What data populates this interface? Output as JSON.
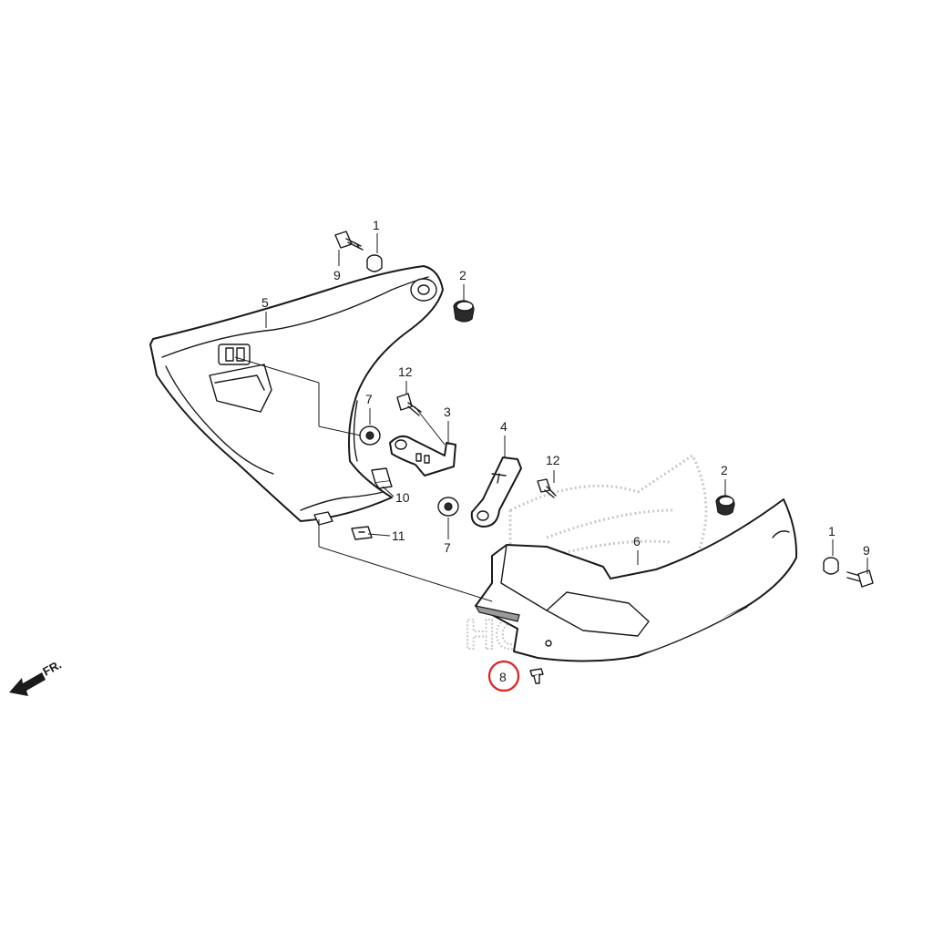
{
  "diagram": {
    "callouts": {
      "c1a": "1",
      "c9a": "9",
      "c2a": "2",
      "c5": "5",
      "c12a": "12",
      "c7a": "7",
      "c3": "3",
      "c4": "4",
      "c10": "10",
      "c11": "11",
      "c7b": "7",
      "c12b": "12",
      "c2b": "2",
      "c6": "6",
      "c1b": "1",
      "c9b": "9",
      "c8": "8"
    },
    "direction_label": "FR.",
    "watermark_text": "HONDA",
    "highlighted_part": "8",
    "colors": {
      "line": "#1a1a1a",
      "highlight": "#e0201c",
      "watermark": "#c8c8c8"
    }
  }
}
